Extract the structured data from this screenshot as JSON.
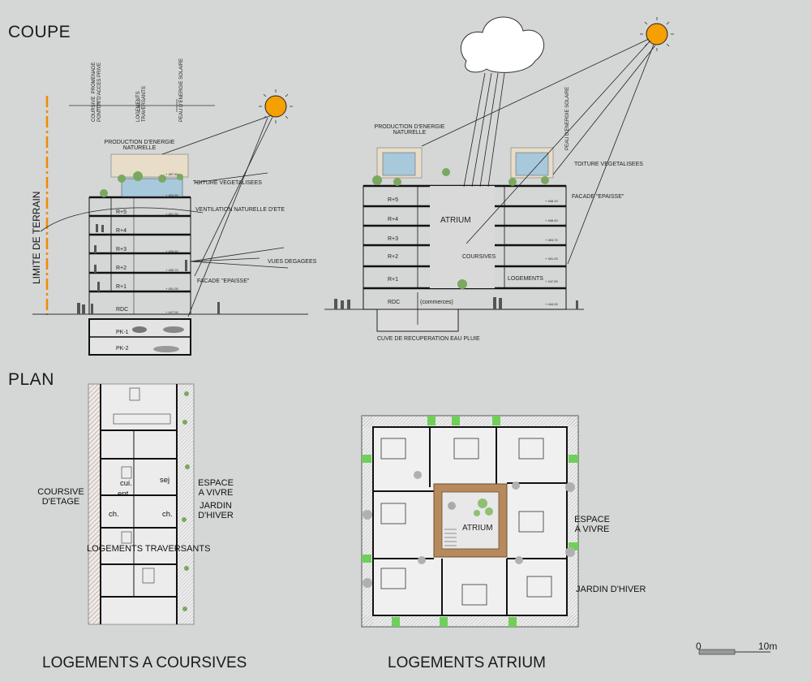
{
  "titles": {
    "coupe": "COUPE",
    "plan": "PLAN"
  },
  "left_section": {
    "limite": "LIMITE DE TERRAIN",
    "header_labels": [
      "COURSIVE  PROMENADE\nPONTON D'ACCES PRIVE",
      "LOGEMENTS\nTRAVERSANTS",
      "PEAU D'ENERGIE SOLAIRE"
    ],
    "production": "PRODUCTION D'ENERGIE\nNATURELLE",
    "toiture": "TOITURE VEGETALISEES",
    "ventilation": "VENTILATION NATURELLE D'ETE",
    "vues": "VUES DEGAGEES",
    "facade": "FACADE \"EPAISSE\"",
    "floors": [
      "R+5",
      "R+4",
      "R+3",
      "R+2",
      "R+1",
      "RDC",
      "PK-1",
      "PK-2"
    ],
    "levels": [
      "+ 457.50",
      "+ 454.50",
      "+ 461.90",
      "+ 458.80",
      "+ 455.70",
      "+ 451.00",
      "+ 447.00"
    ]
  },
  "right_section": {
    "header_label": "PEAU D'ENERGIE SOLAIRE",
    "production": "PRODUCTION D'ENERGIE\nNATURELLE",
    "toiture": "TOITURE VEGETALISEES",
    "facade": "FACADE \"EPAISSE\"",
    "atrium": "ATRIUM",
    "coursives": "COURSIVES",
    "logements": "LOGEMENTS",
    "commerces": "(commerces)",
    "cuve": "CUVE DE RECUPERATION EAU PLUIE",
    "floors": [
      "R+5",
      "R+4",
      "R+3",
      "R+2",
      "R+1",
      "RDC"
    ],
    "levels": [
      "+ 458.10",
      "+ 458.40",
      "+ 453.70",
      "+ 451.00",
      "+ 447.00",
      "+ 444.00"
    ]
  },
  "left_plan": {
    "coursive": "COURSIVE\nD'ETAGE",
    "espace": "ESPACE\nA VIVRE",
    "jardin": "JARDIN\nD'HIVER",
    "logements": "LOGEMENTS TRAVERSANTS",
    "rooms": {
      "sej": "sej",
      "cui": "cui.",
      "ent": "ent.",
      "ch1": "ch.",
      "ch2": "ch."
    }
  },
  "right_plan": {
    "atrium": "ATRIUM",
    "espace": "ESPACE\nA VIVRE",
    "jardin": "JARDIN D'HIVER"
  },
  "captions": {
    "left": "LOGEMENTS A COURSIVES",
    "right": "LOGEMENTS ATRIUM"
  },
  "scale": {
    "zero": "0",
    "ten": "10m"
  },
  "colors": {
    "background": "#d5d6d6",
    "sun": "#f5a000",
    "orange_line": "#f08a00",
    "wood": "#b68a5c",
    "green": "#6fcf5a"
  }
}
